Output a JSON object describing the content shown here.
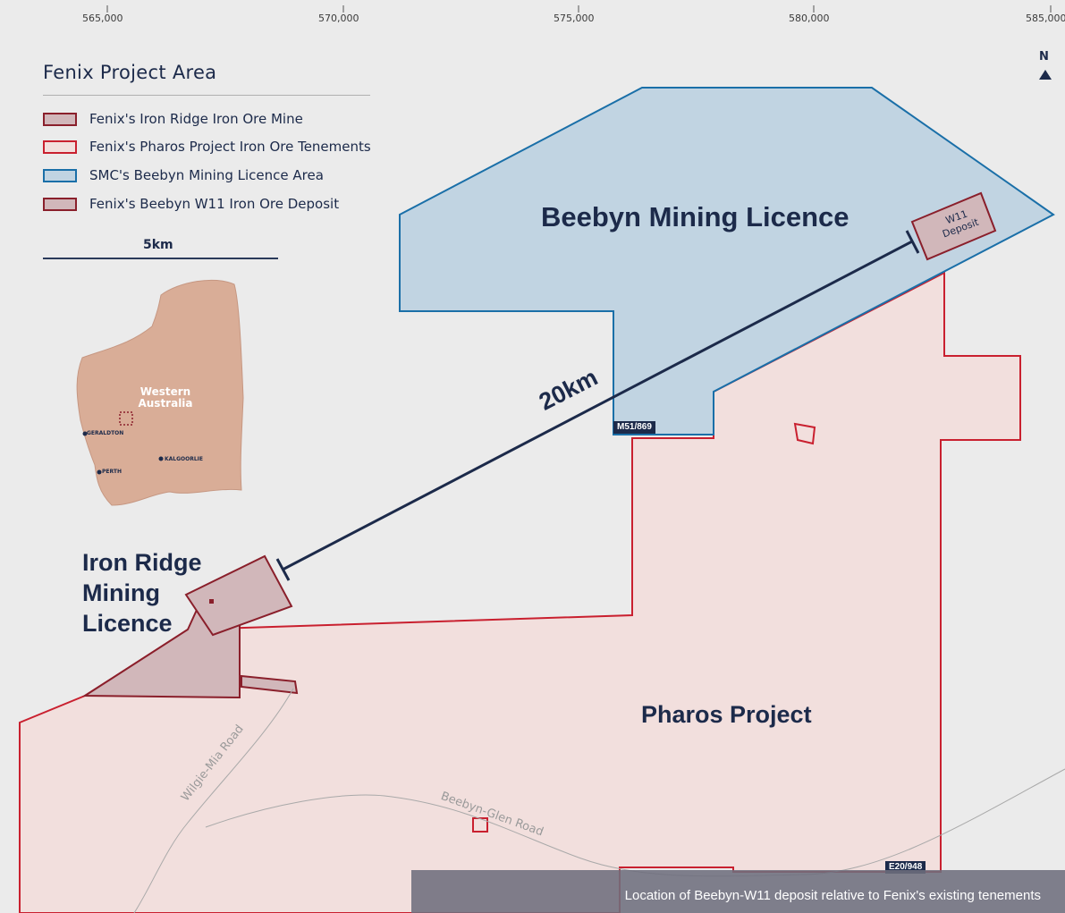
{
  "axis": {
    "x_ticks": [
      "565,000",
      "570,000",
      "575,000",
      "580,000",
      "585,000"
    ]
  },
  "legend": {
    "title": "Fenix Project Area",
    "items": [
      {
        "label": "Fenix's Iron Ridge Iron Ore Mine",
        "fill": "#d1b7ba",
        "stroke": "#8a1f2b"
      },
      {
        "label": "Fenix's Pharos Project Iron Ore Tenements",
        "fill": "#f2dfdd",
        "stroke": "#c9202f"
      },
      {
        "label": "SMC's Beebyn Mining Licence Area",
        "fill": "#c1d4e2",
        "stroke": "#1a6fa8"
      },
      {
        "label": "Fenix's Beebyn W11 Iron Ore Deposit",
        "fill": "#d1b7ba",
        "stroke": "#8a1f2b"
      }
    ],
    "scale_label": "5km"
  },
  "north": "N",
  "areas": {
    "beebyn": "Beebyn Mining Licence",
    "pharos": "Pharos Project",
    "iron_ridge": "Iron Ridge Mining Licence"
  },
  "distance": "20km",
  "tenements": {
    "m51": "M51/869",
    "e20": "E20/948"
  },
  "deposit": {
    "line1": "W11",
    "line2": "Deposit"
  },
  "roads": {
    "wilgie": "Wilgie-Mia Road",
    "beebyn_glen": "Beebyn-Glen Road"
  },
  "inset": {
    "region": "Western Australia",
    "cities": {
      "geraldton": "GERALDTON",
      "perth": "PERTH",
      "kalgoorlie": "KALGOORLIE"
    }
  },
  "caption": "Location of Beebyn-W11 deposit relative to Fenix's existing tenements",
  "colors": {
    "background": "#ebebeb",
    "beebyn_fill": "#c1d4e2",
    "beebyn_stroke": "#1a6fa8",
    "pharos_fill": "#f2dfdd",
    "pharos_stroke": "#c9202f",
    "mine_fill": "#d1b7ba",
    "mine_stroke": "#8a1f2b",
    "label_navy": "#1c2a4a",
    "inset_land": "#d9ad97"
  }
}
